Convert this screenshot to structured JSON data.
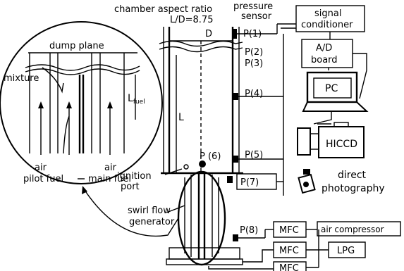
{
  "header": {
    "aspect_ratio_title": "chamber aspect ratio",
    "aspect_ratio_value": "L/D=8.75",
    "pressure_sensor_line1": "pressure",
    "pressure_sensor_line2": "sensor"
  },
  "chamber": {
    "d_label": "D",
    "l_label": "L",
    "p6": "P (6)"
  },
  "sensors": {
    "p1": "P(1)",
    "p2": "P(2)",
    "p3": "P(3)",
    "p4": "P(4)",
    "p5": "P(5)",
    "p7": "P(7)",
    "p8": "P(8)"
  },
  "inset": {
    "dump_plane": "dump plane",
    "mixture": "mixture",
    "l_fuel_main": "L",
    "l_fuel_sub": "fuel",
    "air_left": "air",
    "air_right": "air",
    "pilot_fuel": "pilot fuel",
    "main_fuel": "main fuel"
  },
  "labels": {
    "ignition_line1": "ignition",
    "ignition_line2": "port",
    "swirl_line1": "swirl flow",
    "swirl_line2": "generator",
    "direct_line1": "direct",
    "direct_line2": "photography"
  },
  "boxes": {
    "signal_line1": "signal",
    "signal_line2": "conditioner",
    "ad_line1": "A/D",
    "ad_line2": "board",
    "pc": "PC",
    "hiccd": "HICCD",
    "mfc1": "MFC",
    "mfc2": "MFC",
    "mfc3": "MFC",
    "air_compressor": "air compressor",
    "lpg": "LPG"
  }
}
